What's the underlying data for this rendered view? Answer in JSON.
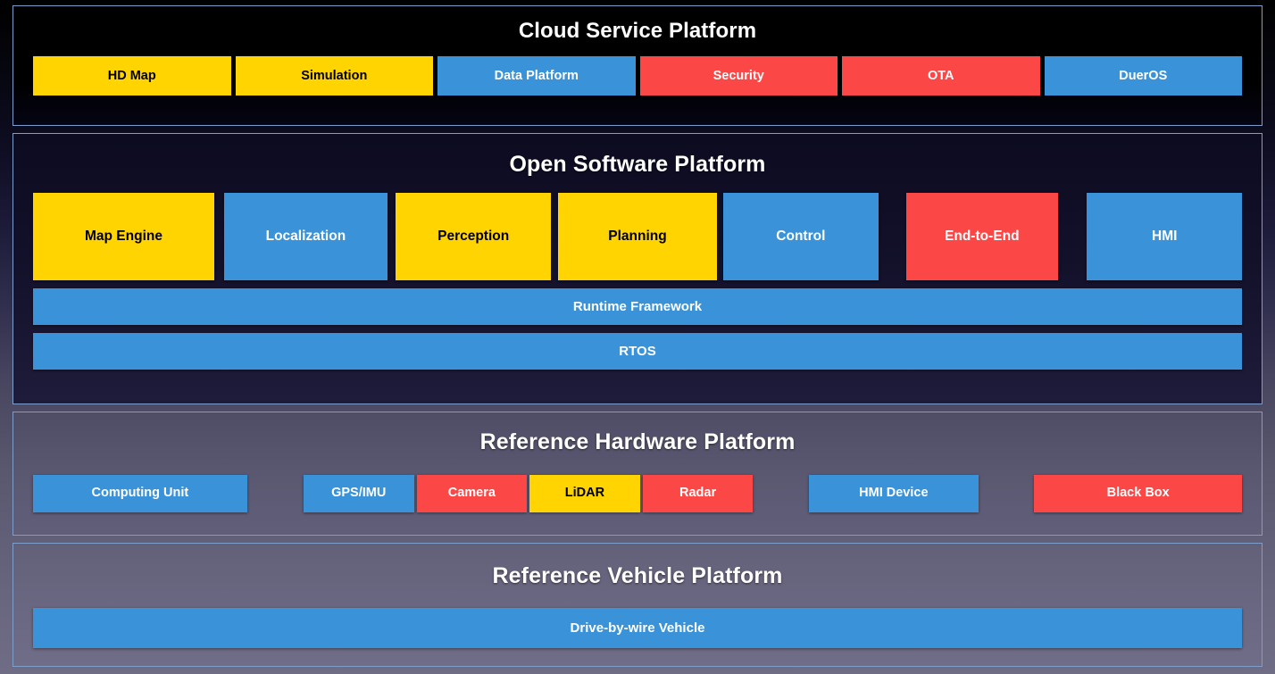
{
  "diagram": {
    "colors": {
      "yellow": "#ffd400",
      "blue": "#3a92d8",
      "red": "#fc4747",
      "border": "#7d9ecb",
      "title_text": "#ffffff"
    },
    "sections": [
      {
        "id": "cloud-service-platform",
        "title": "Cloud Service Platform",
        "items": [
          {
            "label": "HD Map",
            "color": "yellow"
          },
          {
            "label": "Simulation",
            "color": "yellow"
          },
          {
            "label": "Data Platform",
            "color": "blue"
          },
          {
            "label": "Security",
            "color": "red"
          },
          {
            "label": "OTA",
            "color": "red"
          },
          {
            "label": "DuerOS",
            "color": "blue"
          }
        ]
      },
      {
        "id": "open-software-platform",
        "title": "Open Software Platform",
        "items": [
          {
            "label": "Map Engine",
            "color": "yellow"
          },
          {
            "label": "Localization",
            "color": "blue"
          },
          {
            "label": "Perception",
            "color": "yellow"
          },
          {
            "label": "Planning",
            "color": "yellow"
          },
          {
            "label": "Control",
            "color": "blue"
          },
          {
            "label": "End-to-End",
            "color": "red"
          },
          {
            "label": "HMI",
            "color": "blue"
          }
        ],
        "bars": [
          {
            "label": "Runtime Framework",
            "color": "blue"
          },
          {
            "label": "RTOS",
            "color": "blue"
          }
        ]
      },
      {
        "id": "reference-hardware-platform",
        "title": "Reference Hardware Platform",
        "items": [
          {
            "label": "Computing Unit",
            "color": "blue"
          },
          {
            "label": "GPS/IMU",
            "color": "blue"
          },
          {
            "label": "Camera",
            "color": "red"
          },
          {
            "label": "LiDAR",
            "color": "yellow"
          },
          {
            "label": "Radar",
            "color": "red"
          },
          {
            "label": "HMI Device",
            "color": "blue"
          },
          {
            "label": "Black Box",
            "color": "red"
          }
        ]
      },
      {
        "id": "reference-vehicle-platform",
        "title": "Reference Vehicle Platform",
        "bars": [
          {
            "label": "Drive-by-wire Vehicle",
            "color": "blue"
          }
        ]
      }
    ]
  }
}
